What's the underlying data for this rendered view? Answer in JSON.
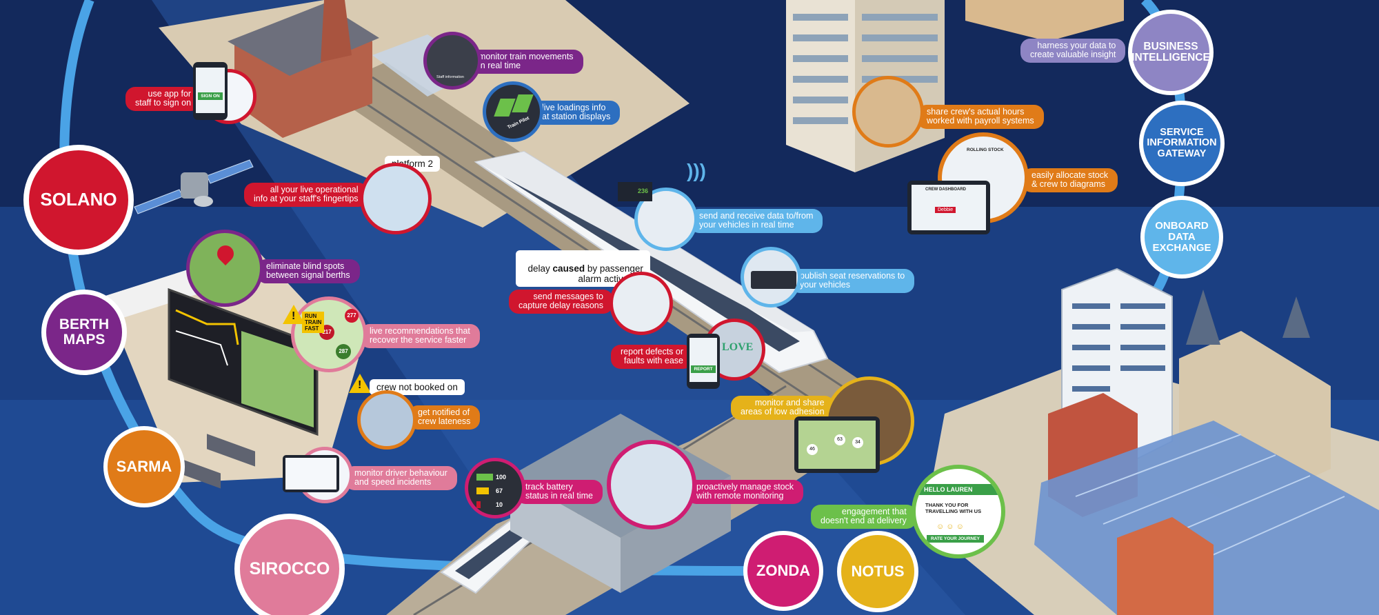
{
  "colors": {
    "background_top": "#13295c",
    "background_mid": "#1b3f82",
    "background_bottom": "#1f4a93",
    "ring": "#4aa3e6",
    "solano": "#d0162e",
    "berth_maps": "#7b2689",
    "sarma": "#e07b18",
    "sirocco": "#e07b9a",
    "zonda": "#cf1d72",
    "notus": "#e5b21a",
    "business_intelligence": "#8e85c4",
    "service_information_gateway": "#2d6fc0",
    "onboard_data_exchange": "#5fb5ea"
  },
  "modules": {
    "solano": "SOLANO",
    "berth_maps": "BERTH MAPS",
    "sarma": "SARMA",
    "sirocco": "SIROCCO",
    "zonda": "ZONDA",
    "notus": "NOTUS",
    "business_intelligence": "BUSINESS INTELLIGENCE",
    "service_information_gateway": "SERVICE INFORMATION GATEWAY",
    "onboard_data_exchange": "ONBOARD DATA EXCHANGE"
  },
  "features": {
    "sign_on": "use app for\nstaff to sign on",
    "monitor_train": "monitor train movements\nin real time",
    "live_loadings": "live loadings info\nat station displays",
    "live_info": "all your live operational\ninfo at your staff's fingertips",
    "blind_spots": "eliminate blind spots\nbetween signal berths",
    "recommendations": "live recommendations that\nrecover the service faster",
    "crew_lateness": "get notified of\ncrew lateness",
    "driver_behaviour": "monitor driver behaviour\nand speed incidents",
    "battery": "track battery\nstatus in real time",
    "remote_monitoring": "proactively manage stock\nwith remote monitoring",
    "send_messages": "send messages to\ncapture delay reasons",
    "report_defects": "report defects or\nfaults with ease",
    "low_adhesion": "monitor and share\nareas of low adhesion",
    "engagement": "engagement that\ndoesn't end at delivery",
    "vehicle_data": "send and receive data to/from\nyour vehicles in real time",
    "seat_reservations": "publish seat reservations to\nyour vehicles",
    "harness_data": "harness your data to\ncreate valuable insight",
    "crew_hours": "share crew's actual hours\nworked with payroll systems",
    "allocate_stock": "easily allocate stock\n& crew to diagrams"
  },
  "callouts": {
    "platform": "platform 2",
    "delay_prefix": "delay ",
    "delay_bold": "caused",
    "delay_suffix": " by passenger\nalarm activation",
    "crew_not_booked": "crew not booked on"
  },
  "screens": {
    "sign_on_button": "SIGN ON",
    "staff_information": "Staff information",
    "train_name": "Train Pilot",
    "run_train_fast": "RUN TRAIN FAST",
    "train_277": "277",
    "marker_a": "217",
    "marker_b": "287",
    "vehicle_count": "236",
    "report_button": "REPORT",
    "battery_1": "100",
    "battery_2": "67",
    "battery_3": "10",
    "adhesion_1": "46",
    "adhesion_2": "63",
    "adhesion_3": "34",
    "hello": "HELLO LAUREN",
    "thanks": "THANK YOU FOR\nTRAVELLING WITH US",
    "rate": "RATE YOUR JOURNEY",
    "rolling_stock": "ROLLING STOCK",
    "crew_dashboard": "CREW DASHBOARD",
    "crew_name": "Debbie",
    "graffiti": "LOVE"
  }
}
